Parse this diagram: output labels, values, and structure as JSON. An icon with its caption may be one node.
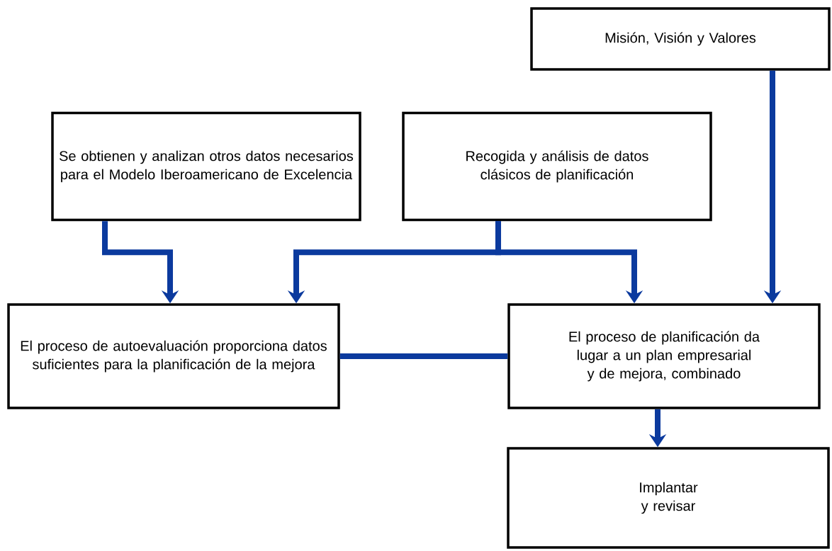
{
  "diagram": {
    "nodes": [
      {
        "text": [
          "Misión, Visión y Valores"
        ]
      },
      {
        "text": [
          "Se obtienen y analizan otros datos necesarios para el Modelo Iberoamericano de Excelencia"
        ]
      },
      {
        "text": [
          "Recogida y análisis de datos clásicos de planificación"
        ]
      },
      {
        "text": [
          "El proceso de autoevaluación proporciona datos suficientes para la planificación de la mejora"
        ]
      },
      {
        "text": [
          "El proceso de planificación da lugar a un plan empresarial y de mejora, combinado"
        ]
      },
      {
        "text": [
          "Implantar y revisar"
        ]
      }
    ],
    "edges": [
      {
        "from": 0,
        "to": 4,
        "arrow": "to"
      },
      {
        "from": 1,
        "to": 3,
        "arrow": "to"
      },
      {
        "from": 2,
        "to": 3,
        "arrow": "to"
      },
      {
        "from": 2,
        "to": 4,
        "arrow": "to"
      },
      {
        "from": 3,
        "to": 4,
        "arrow": "none"
      },
      {
        "from": 4,
        "to": 5,
        "arrow": "to"
      }
    ]
  }
}
